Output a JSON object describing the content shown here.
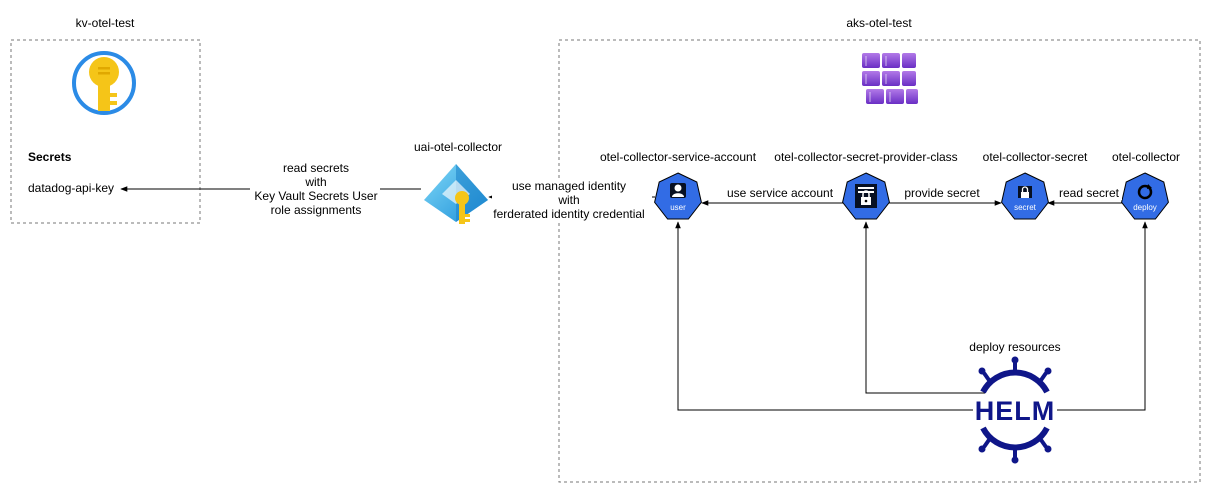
{
  "groups": {
    "kv": {
      "title": "kv-otel-test"
    },
    "aks": {
      "title": "aks-otel-test"
    }
  },
  "keyvault": {
    "heading": "Secrets",
    "secret_name": "datadog-api-key"
  },
  "identity": {
    "name": "uai-otel-collector"
  },
  "edges": {
    "read_secrets": [
      "read secrets",
      "with",
      "Key Vault Secrets User",
      "role assignments"
    ],
    "use_managed_identity": [
      "use managed identity",
      "with",
      "ferderated identity credential"
    ],
    "use_service_account": "use service account",
    "provide_secret": "provide secret",
    "read_secret": "read secret"
  },
  "k8s_nodes": {
    "service_account": {
      "title": "otel-collector-service-account",
      "badge": "user"
    },
    "secret_provider_class": {
      "title": "otel-collector-secret-provider-class",
      "badge": ""
    },
    "secret": {
      "title": "otel-collector-secret",
      "badge": "secret"
    },
    "collector": {
      "title": "otel-collector",
      "badge": "deploy"
    }
  },
  "helm": {
    "label": "deploy resources",
    "logo_text": "HELM"
  },
  "colors": {
    "k8s_blue": "#326ce5",
    "helm_navy": "#0f1689",
    "aks_purple": "#7b3fd0",
    "key_gold": "#f5c518",
    "kv_blue": "#2b8be6",
    "id_cyan": "#2fb5e8"
  }
}
